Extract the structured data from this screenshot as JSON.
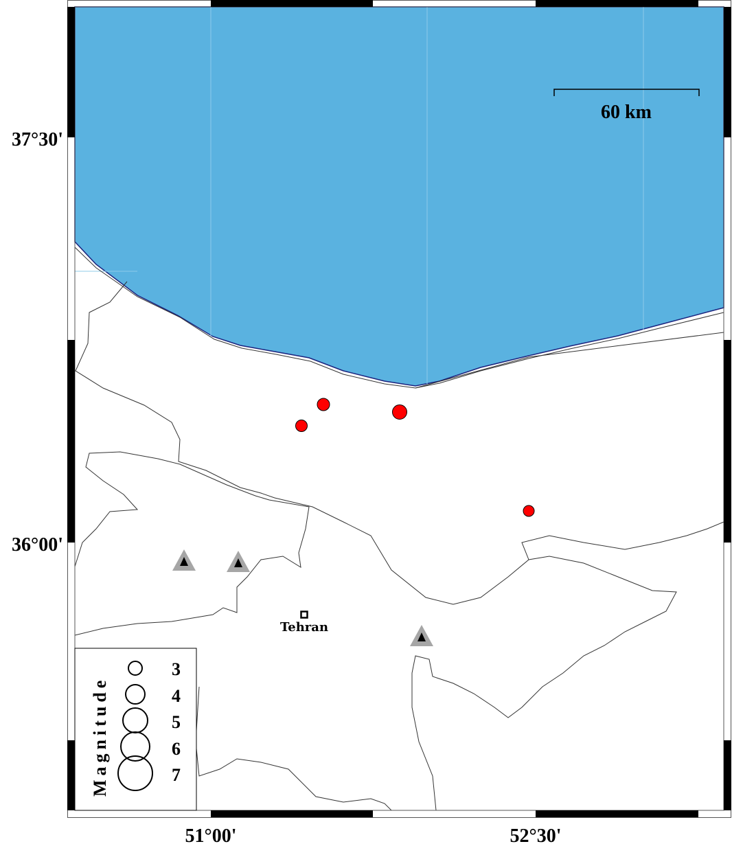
{
  "map": {
    "colors": {
      "sea": "#5ab2e0",
      "land": "#ffffff",
      "event": "#ff0000",
      "station_outer": "#a6a6a6",
      "station_inner": "#000000"
    },
    "lat_labels": [
      "37°30'",
      "36°00'"
    ],
    "lon_labels": [
      "51°00'",
      "52°30'"
    ],
    "scale_bar": {
      "label": "60 km"
    },
    "city": {
      "name": "Tehran",
      "icon": "square-city-icon"
    },
    "events": [
      {
        "magnitude": 4.2
      },
      {
        "magnitude": 4.0
      },
      {
        "magnitude": 4.5
      },
      {
        "magnitude": 3.8
      }
    ],
    "stations": 3
  },
  "legend": {
    "title": "Magnitude",
    "items": [
      {
        "label": "3"
      },
      {
        "label": "4"
      },
      {
        "label": "5"
      },
      {
        "label": "6"
      },
      {
        "label": "7"
      }
    ]
  }
}
